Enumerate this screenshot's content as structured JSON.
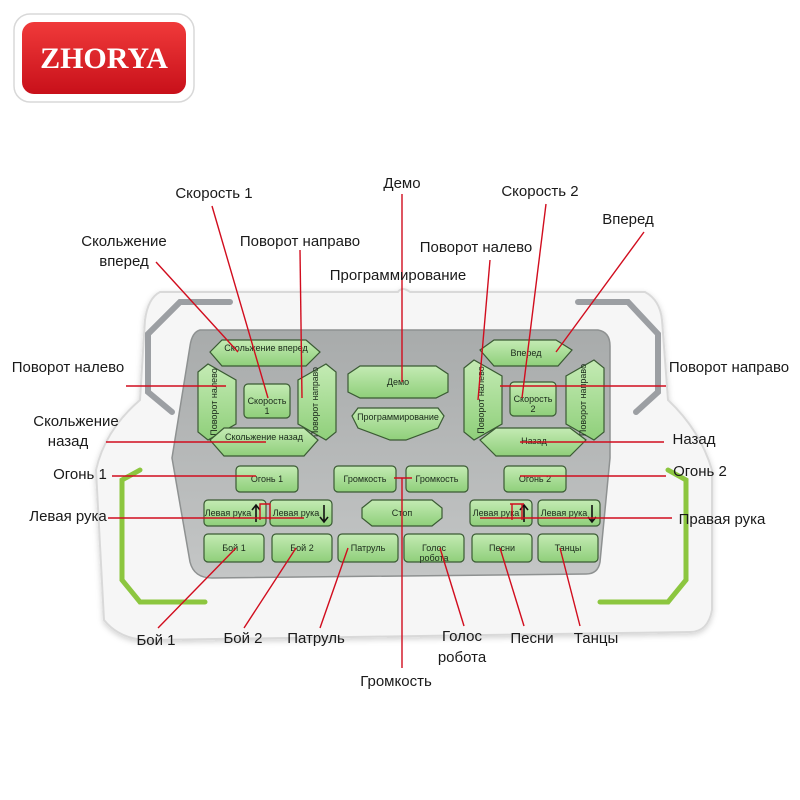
{
  "brand": {
    "logo_text": "ZHORYA"
  },
  "buttons": {
    "slide_forward": "Скольжение вперед",
    "turn_left_1": "Поворот налево",
    "speed_1": "Скорость 1",
    "turn_right_1": "Поворот направо",
    "slide_back": "Скольжение назад",
    "demo": "Демо",
    "programming": "Программирование",
    "forward": "Вперед",
    "turn_left_2": "Поворот налево",
    "speed_2": "Скорость 2",
    "turn_right_2": "Поворот направо",
    "back": "Назад",
    "fire_1": "Огонь 1",
    "volume_down": "Громкость",
    "volume_up": "Громкость",
    "fire_2": "Огонь 2",
    "left_arm_up": "Левая рука",
    "left_arm_down": "Левая рука",
    "stop": "Стоп",
    "right_arm_up": "Левая рука",
    "right_arm_down": "Левая рука",
    "fight_1": "Бой 1",
    "fight_2": "Бой 2",
    "patrol": "Патруль",
    "robot_voice": "Голос робота",
    "songs": "Песни",
    "dances": "Танцы"
  },
  "callouts": {
    "speed_1": "Скорость 1",
    "demo": "Демо",
    "speed_2": "Скорость 2",
    "slide_forward_1": "Скольжение",
    "slide_forward_2": "вперед",
    "turn_right_top": "Поворот направо",
    "turn_left_top": "Поворот налево",
    "forward": "Вперед",
    "programming": "Программирование",
    "turn_left_side": "Поворот налево",
    "turn_right_side": "Поворот направо",
    "slide_back_1": "Скольжение",
    "slide_back_2": "назад",
    "back": "Назад",
    "fire_1": "Огонь 1",
    "fire_2": "Огонь 2",
    "left_arm": "Левая рука",
    "right_arm": "Правая рука",
    "fight_1": "Бой 1",
    "fight_2": "Бой 2",
    "patrol": "Патруль",
    "robot_voice_1": "Голос",
    "robot_voice_2": "робота",
    "songs": "Песни",
    "dances": "Танцы",
    "volume": "Громкость"
  },
  "colors": {
    "logo_red": "#e01a24",
    "button_green": "#a7dd95",
    "button_border": "#3a5a33",
    "panel_gray": "#b3b6b6",
    "leader_red": "#d10d1e",
    "accent_green": "#8cc63f"
  }
}
